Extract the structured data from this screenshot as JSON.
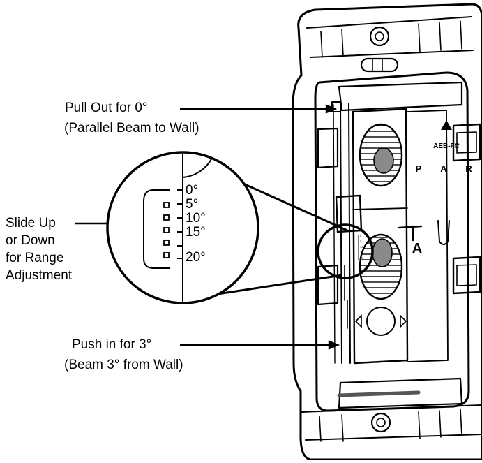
{
  "callouts": {
    "pull_out": {
      "line1": "Pull Out for 0°",
      "line2": "(Parallel Beam to Wall)"
    },
    "slide": {
      "line1": "Slide Up",
      "line2": "or Down",
      "line3": "for Range",
      "line4": "Adjustment"
    },
    "push_in": {
      "line1": "Push in for 3°",
      "line2": "(Beam 3° from Wall)"
    }
  },
  "zoom_scale": {
    "ticks": [
      "0°",
      "5°",
      "10°",
      "15°",
      "20°"
    ]
  },
  "device_marks": {
    "model": "AEB-FC",
    "letters": [
      "P",
      "A",
      "R"
    ],
    "lens_label": "A",
    "mini_ticks": [
      "0",
      "5",
      "10",
      "15",
      "20"
    ]
  },
  "colors": {
    "ink": "#000000",
    "lens_dark": "#333333",
    "lens_mid": "#8a8a8a",
    "paper": "#ffffff"
  }
}
